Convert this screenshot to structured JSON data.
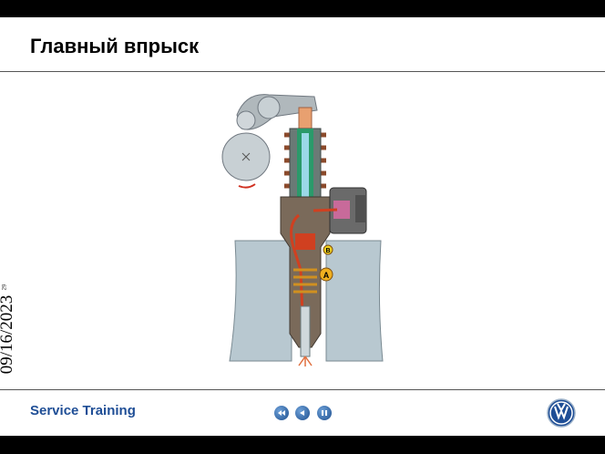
{
  "slide": {
    "title": "Главный впрыск",
    "date": "09/16/2023",
    "slide_number": "29"
  },
  "footer": {
    "brand": "Service Training"
  },
  "diagram": {
    "callout_a": "A",
    "callout_b": "B"
  },
  "nav": {
    "buttons": [
      "rewind-icon",
      "back-icon",
      "pause-icon"
    ]
  },
  "colors": {
    "brand_blue": "#1f4e96",
    "fuel_red": "#d04020",
    "spring_brown": "#8b4a2b",
    "block_gray": "#b8c8d0"
  }
}
